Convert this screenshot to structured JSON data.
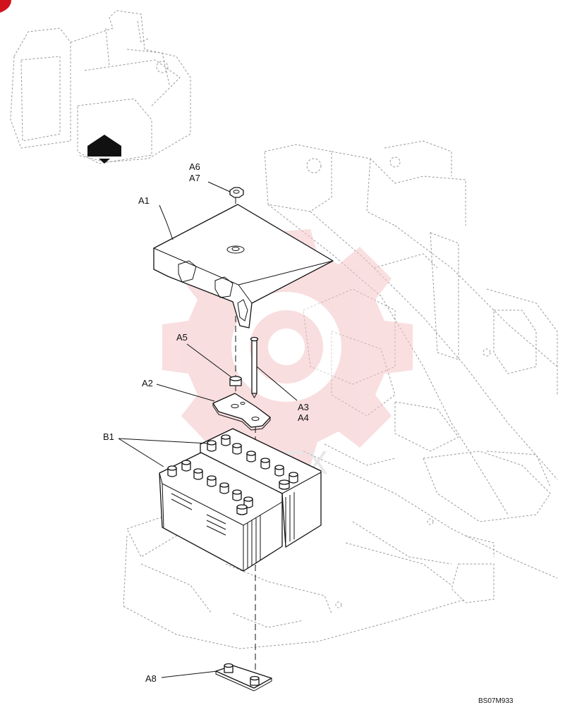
{
  "diagram": {
    "drawing_code": "BS07M933",
    "watermark": "MNTEX",
    "parts": {
      "A1": "A1",
      "A2": "A2",
      "A3": "A3",
      "A4": "A4",
      "A5": "A5",
      "A6": "A6",
      "A7": "A7",
      "A8": "A8",
      "B1": "B1"
    },
    "colors": {
      "line": "#111111",
      "background_frame": "#9a9a9a",
      "watermark_logo": "#f4c4c6",
      "corner_marker": "#d0121c"
    }
  }
}
